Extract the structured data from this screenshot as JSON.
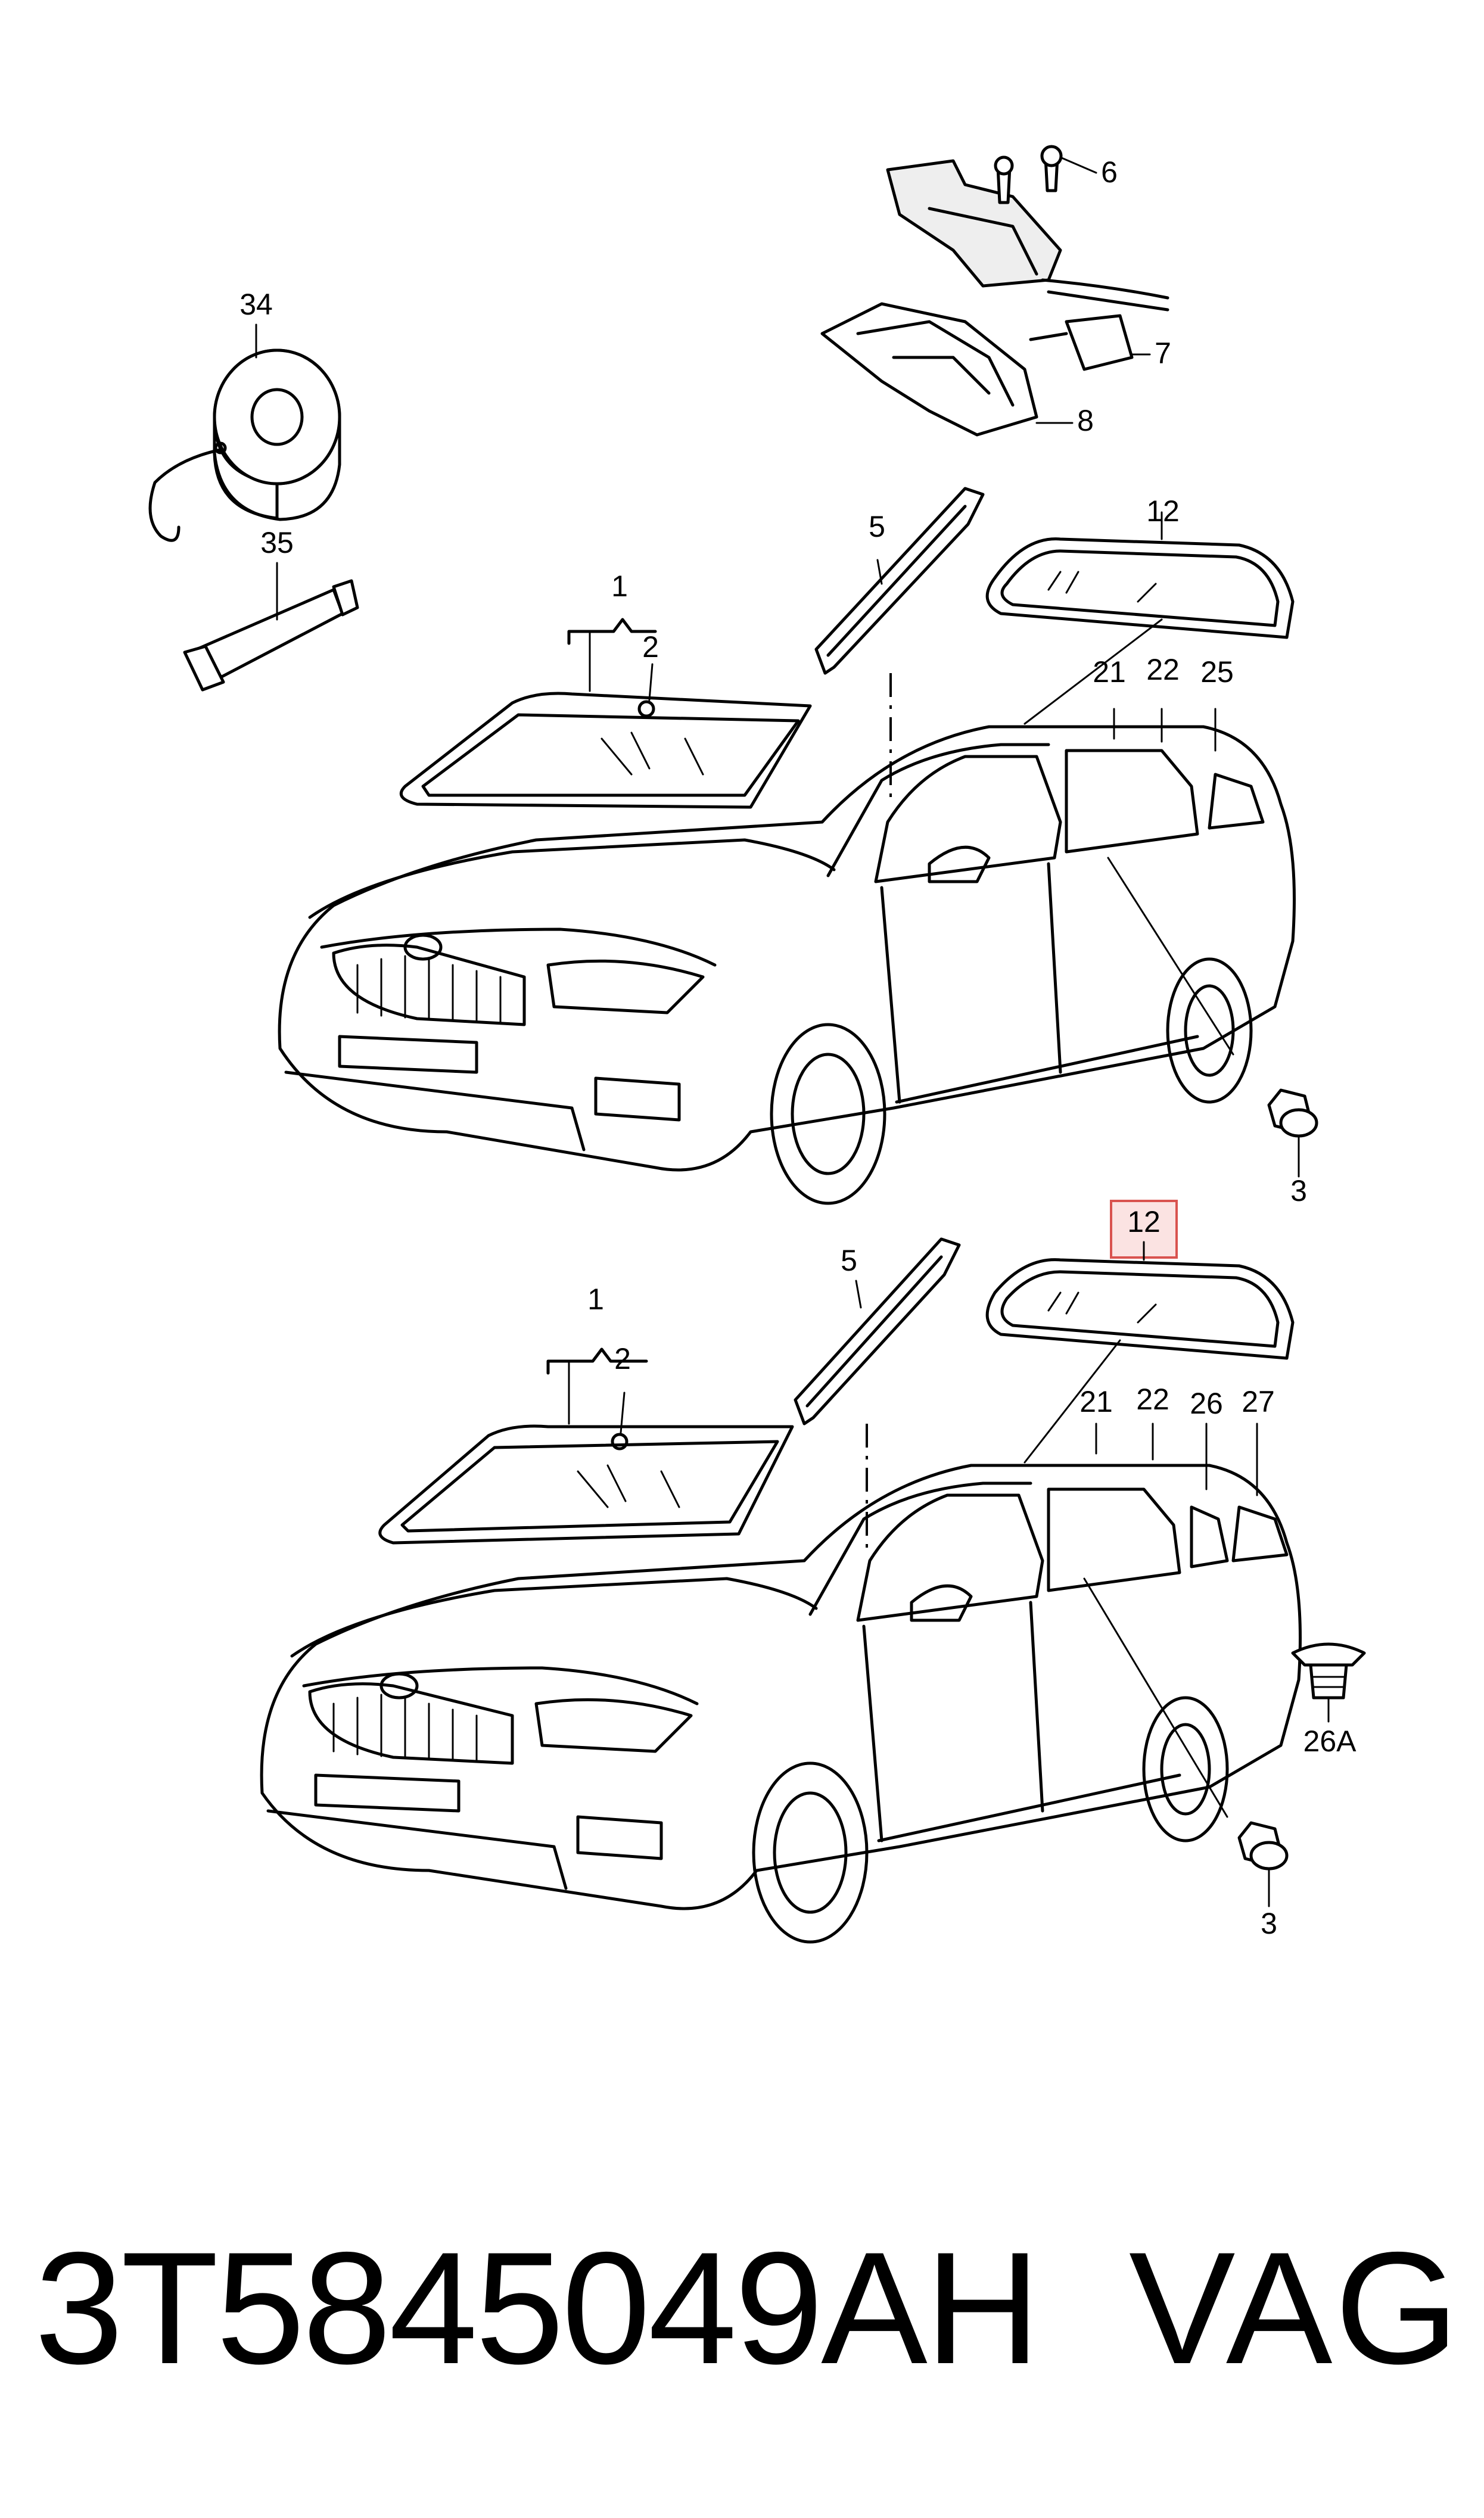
{
  "diagram": {
    "top_assembly": {
      "callouts": {
        "c34": "34",
        "c35": "35",
        "c6": "6",
        "c7": "7",
        "c8": "8",
        "c5": "5",
        "c12": "12",
        "c1": "1",
        "c2": "2",
        "c21": "21",
        "c22": "22",
        "c25": "25",
        "c3": "3"
      }
    },
    "bottom_assembly": {
      "callouts": {
        "c12": "12",
        "c5": "5",
        "c1": "1",
        "c2": "2",
        "c21": "21",
        "c22": "22",
        "c26": "26",
        "c27": "27",
        "c26A": "26A",
        "c3": "3"
      },
      "highlighted_callout": "12",
      "highlight_color": "#d9534f"
    }
  },
  "footer": {
    "part_number": "3T5845049AH",
    "brand": "VAG"
  }
}
